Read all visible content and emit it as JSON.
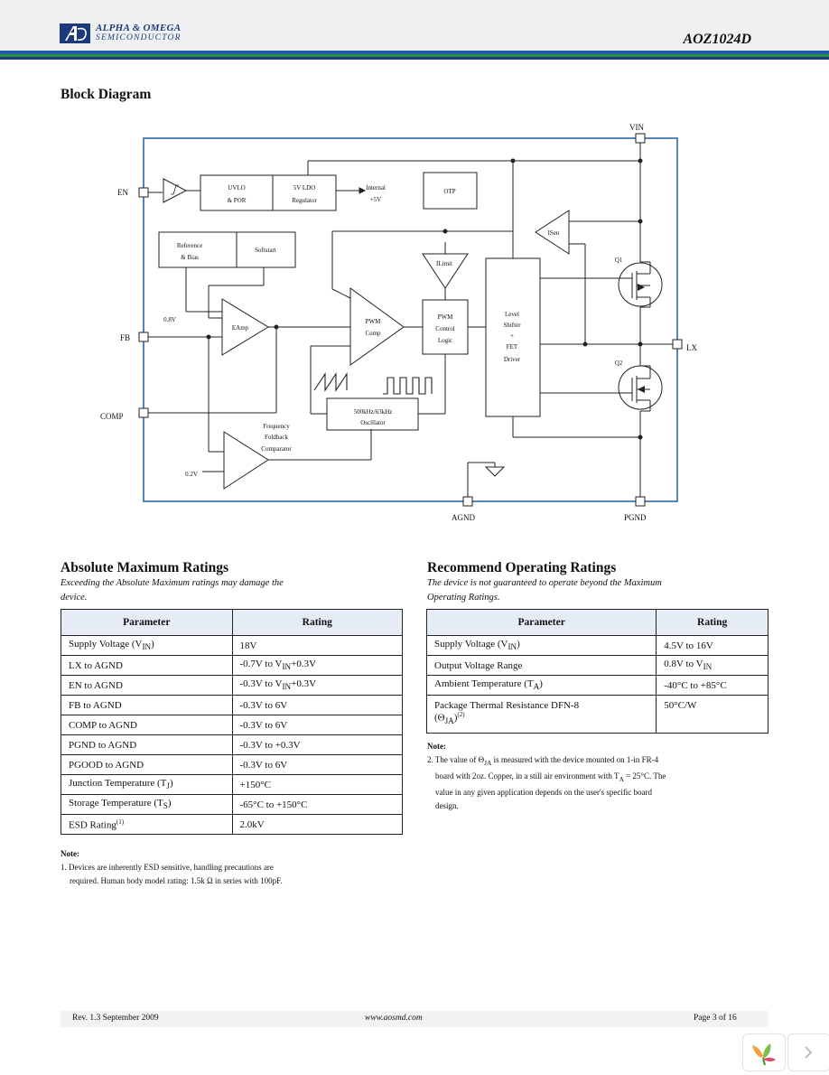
{
  "header": {
    "company_line1": "ALPHA & OMEGA",
    "company_line2": "SEMICONDUCTOR",
    "part_number": "AOZ1024D",
    "stripe_colors": [
      "#1f5fa8",
      "#2b8f3c",
      "#1a3d7c"
    ]
  },
  "block_diagram": {
    "title": "Block Diagram",
    "pins": {
      "vin": "VIN",
      "en": "EN",
      "fb": "FB",
      "comp": "COMP",
      "lx": "LX",
      "agnd": "AGND",
      "pgnd": "PGND"
    },
    "blocks": {
      "uvlo_por_1": "UVLO",
      "uvlo_por_2": "& POR",
      "ldo_1": "5V LDO",
      "ldo_2": "Regulator",
      "internal_1": "Internal",
      "internal_2": "+5V",
      "otp": "OTP",
      "ref_1": "Reference",
      "ref_2": "& Bias",
      "softstart": "Softstart",
      "eamp": "EAmp",
      "pwm_comp_1": "PWM",
      "pwm_comp_2": "Comp",
      "ilimit": "ILimit",
      "pwm_ctrl_1": "PWM",
      "pwm_ctrl_2": "Control",
      "pwm_ctrl_3": "Logic",
      "level_1": "Level",
      "level_2": "Shifter",
      "level_3": "+",
      "level_4": "FET",
      "level_5": "Driver",
      "isen": "ISen",
      "q1": "Q1",
      "q2": "Q2",
      "osc_1": "500kHz/63kHz",
      "osc_2": "Oscillator",
      "fold_1": "Frequency",
      "fold_2": "Foldback",
      "fold_3": "Comparator",
      "ref_08v": "0.8V",
      "ref_02v": "0.2V"
    }
  },
  "absolute_max": {
    "title": "Absolute Maximum Ratings",
    "subtitle_1": "Exceeding the Absolute Maximum ratings may damage the",
    "subtitle_2": "device.",
    "col_parameter": "Parameter",
    "col_rating": "Rating",
    "rows": [
      {
        "param": "Supply Voltage (V",
        "sub": "IN",
        "after": ")",
        "rating": "18V"
      },
      {
        "param": "LX to AGND",
        "sub": "",
        "after": "",
        "rating": "-0.7V to V",
        "rsub": "IN",
        "rafter": "+0.3V"
      },
      {
        "param": "EN to AGND",
        "sub": "",
        "after": "",
        "rating": "-0.3V to V",
        "rsub": "IN",
        "rafter": "+0.3V"
      },
      {
        "param": "FB to AGND",
        "sub": "",
        "after": "",
        "rating": "-0.3V to 6V"
      },
      {
        "param": "COMP to AGND",
        "sub": "",
        "after": "",
        "rating": "-0.3V to 6V"
      },
      {
        "param": "PGND to AGND",
        "sub": "",
        "after": "",
        "rating": "-0.3V to +0.3V"
      },
      {
        "param": "PGOOD to AGND",
        "sub": "",
        "after": "",
        "rating": "-0.3V to 6V"
      },
      {
        "param": "Junction Temperature (T",
        "sub": "J",
        "after": ")",
        "rating": "+150°C"
      },
      {
        "param": "Storage Temperature (T",
        "sub": "S",
        "after": ")",
        "rating": "-65°C to +150°C"
      },
      {
        "param": "ESD Rating",
        "sup": "(1)",
        "rating": "2.0kV"
      }
    ],
    "note_title": "Note:",
    "note_1": "1. Devices are inherently ESD sensitive, handling precautions are",
    "note_2a": "required. Human body model rating: 1.5k",
    "note_omega": "Ω",
    "note_2b": "in series with 100pF."
  },
  "recommended": {
    "title": "Recommend Operating Ratings",
    "subtitle_1": "The device is not guaranteed to operate beyond the Maximum",
    "subtitle_2": "Operating Ratings.",
    "col_parameter": "Parameter",
    "col_rating": "Rating",
    "rows": [
      {
        "param": "Supply Voltage (V",
        "sub": "IN",
        "after": ")",
        "rating": "4.5V to 16V"
      },
      {
        "param": "Output Voltage Range",
        "rating": "0.8V to V",
        "rsub": "IN"
      },
      {
        "param": "Ambient Temperature (T",
        "sub": "A",
        "after": ")",
        "rating": "-40°C to +85°C"
      },
      {
        "param_l1": "Package Thermal Resistance DFN-8",
        "param_l2": "(Θ",
        "sub": "JA",
        "after": ")",
        "sup": "(2)",
        "rating": "50°C/W"
      }
    ],
    "note_title": "Note:",
    "note_1a": "2. The value of",
    "note_theta": "Θ",
    "note_ja": "JA",
    "note_1b": "is measured with the device mounted on 1-in",
    "note_fr4": "FR-4",
    "note_2a": "board with 2oz. Copper, in a still air environment with T",
    "note_ta": "A",
    "note_2b": "= 25°C. The",
    "note_3": "value in any given application depends on the user's specific board",
    "note_4": "design."
  },
  "footer": {
    "rev": "Rev. 1.3 September 2009",
    "url": "www.aosmd.com",
    "page": "Page 3 of 16"
  }
}
